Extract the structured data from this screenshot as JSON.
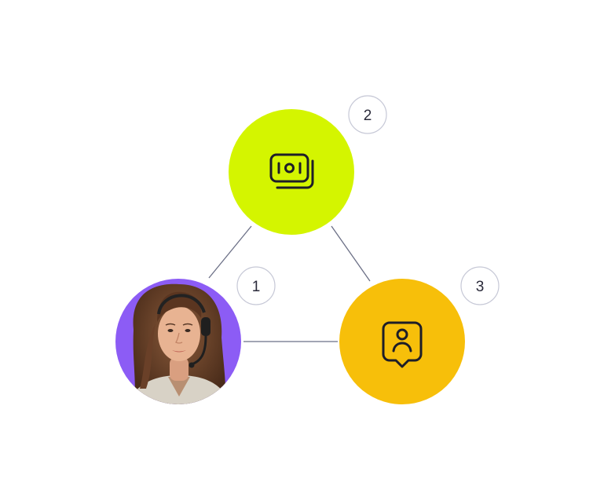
{
  "diagram": {
    "nodes": [
      {
        "id": "agent",
        "icon": "support-agent-photo-icon",
        "color": "#8c5cf5",
        "badge": "1"
      },
      {
        "id": "billing",
        "icon": "banknotes-icon",
        "color": "#d4f500",
        "badge": "2"
      },
      {
        "id": "profile",
        "icon": "user-profile-pin-icon",
        "color": "#f7bf0a",
        "badge": "3"
      }
    ],
    "edges": [
      [
        "agent",
        "billing"
      ],
      [
        "billing",
        "profile"
      ],
      [
        "agent",
        "profile"
      ]
    ],
    "line_color": "#6b6f86",
    "badge_border_color": "#c6c8d6"
  }
}
